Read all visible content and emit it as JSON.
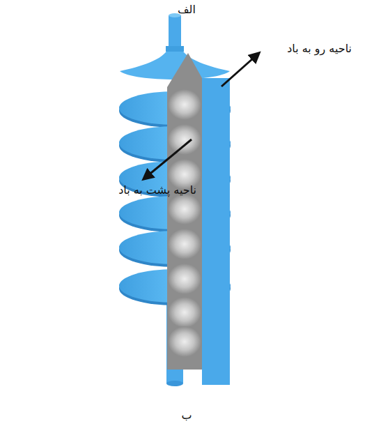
{
  "diagram": {
    "labels": [
      "الف",
      "ناحیه رو به باد",
      "ناحیه پشت به باد",
      "ب"
    ]
  }
}
